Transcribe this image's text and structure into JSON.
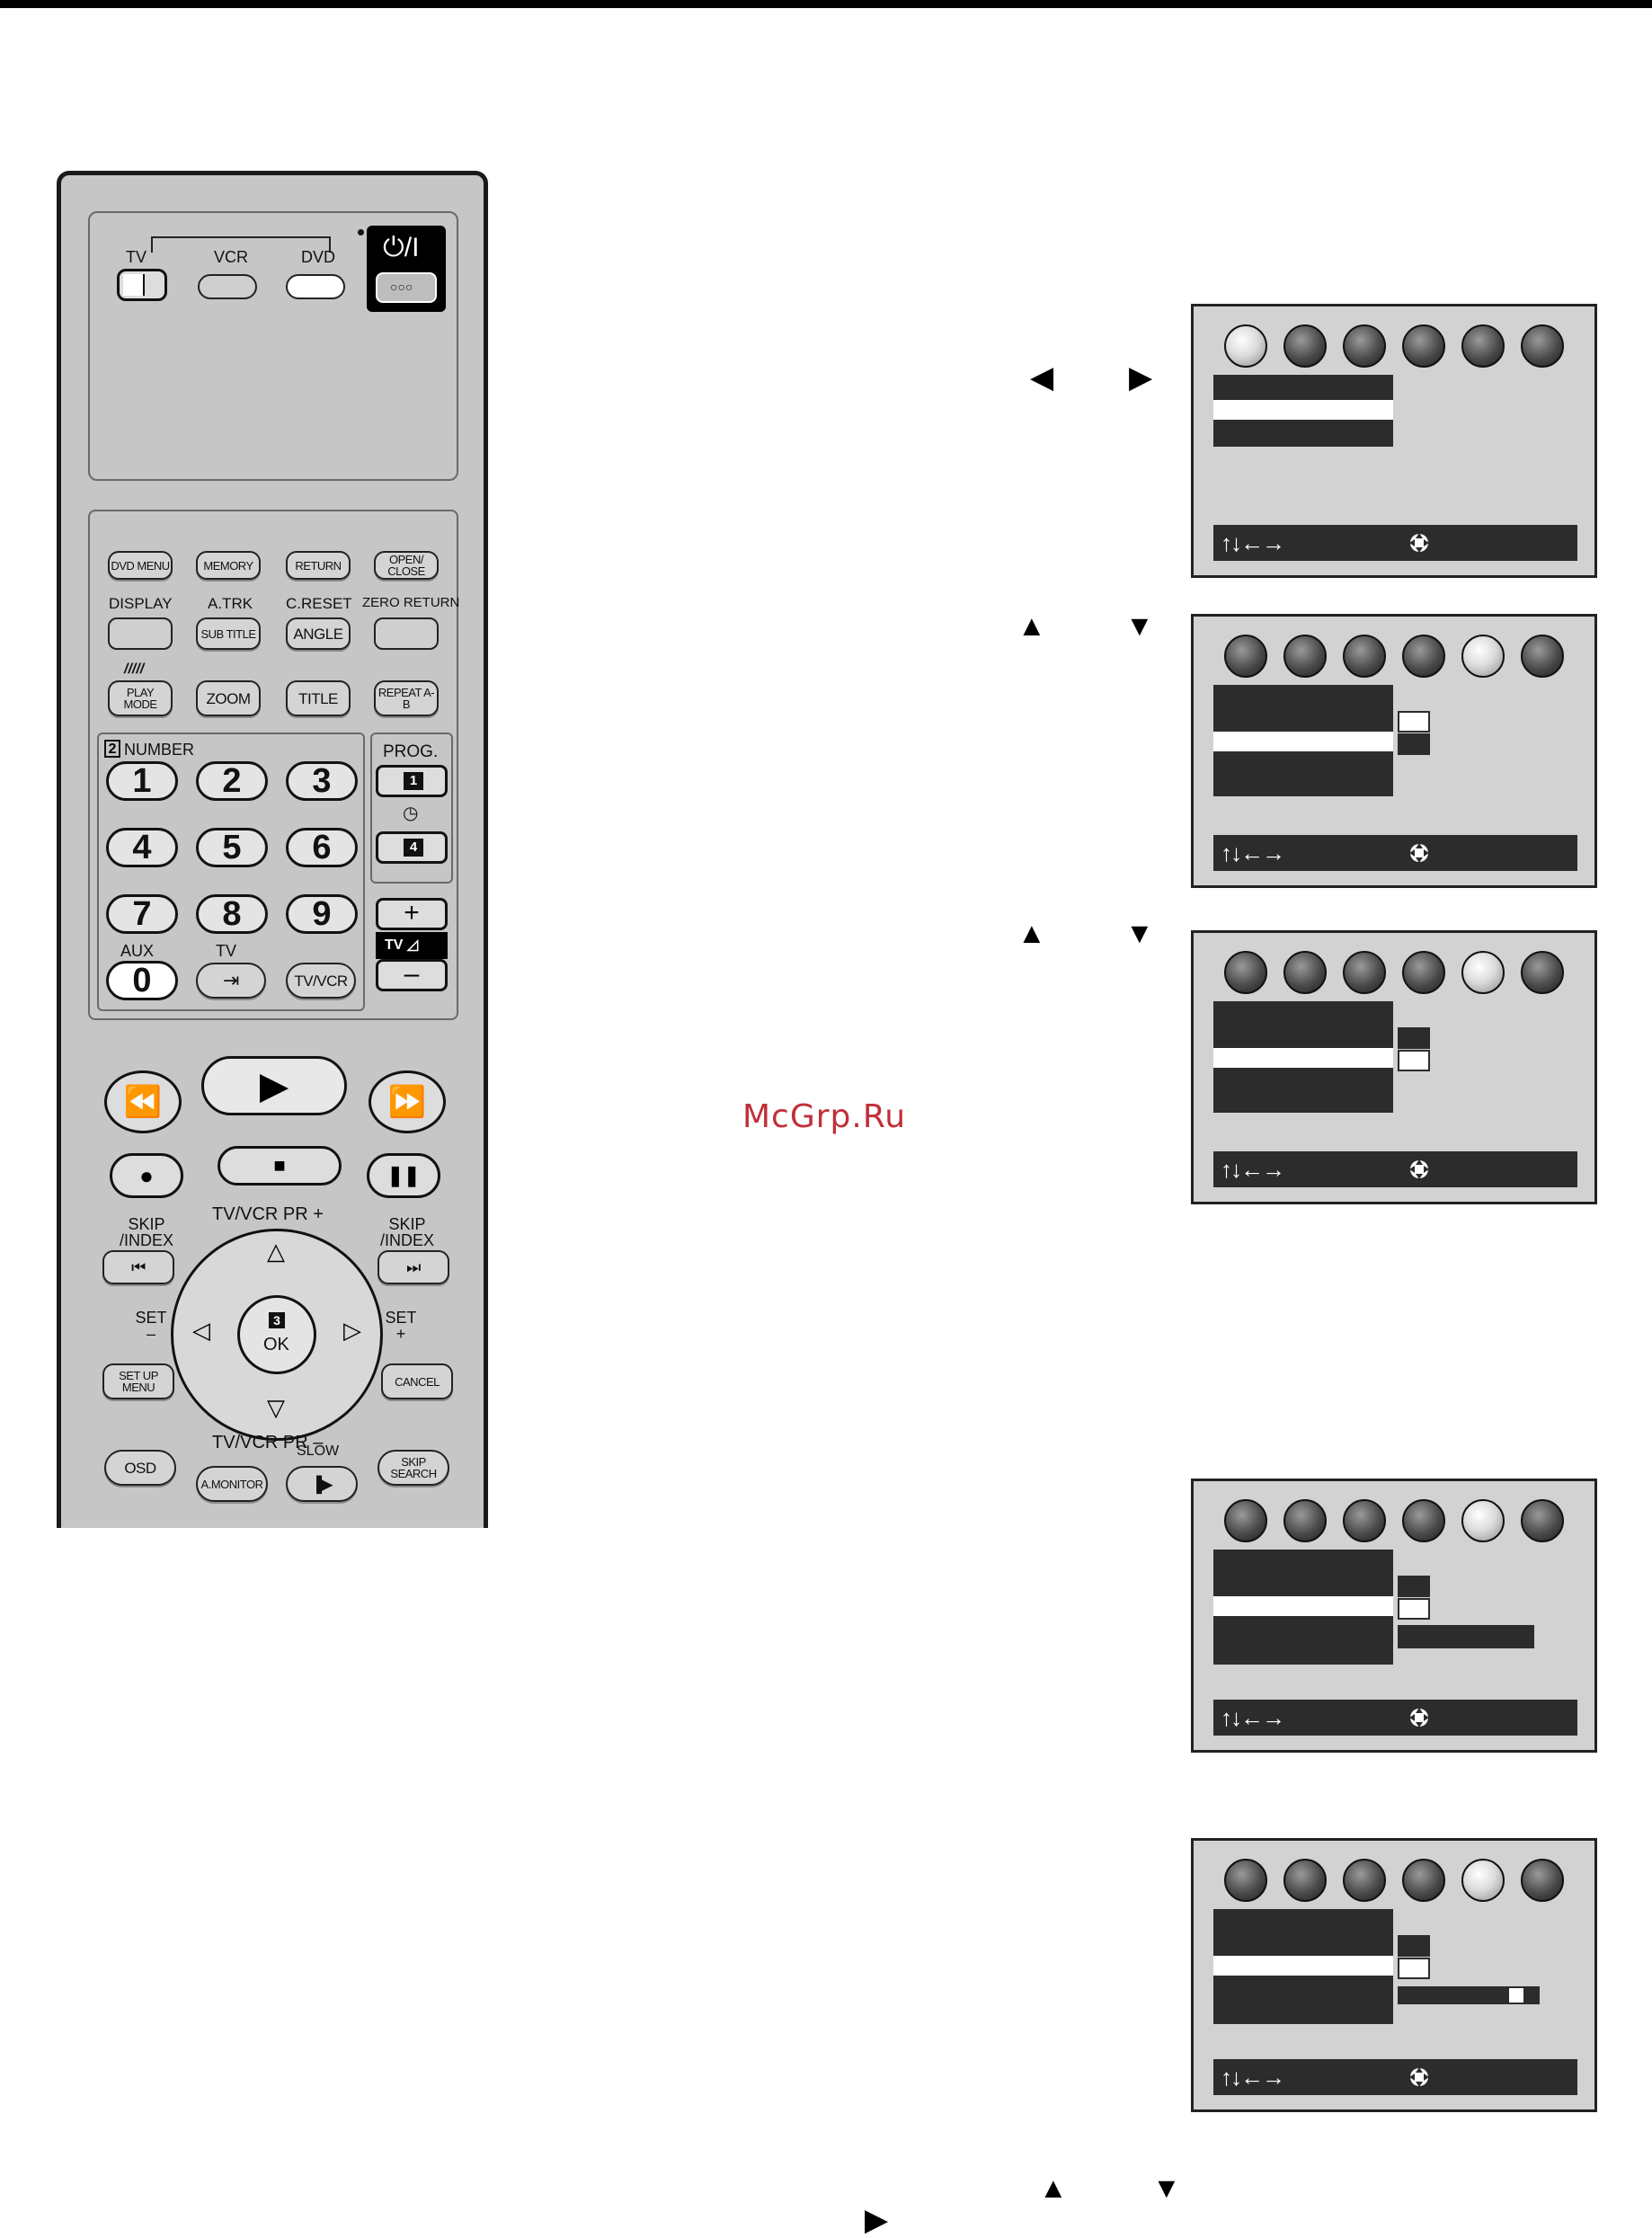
{
  "watermark": "McGrp.Ru",
  "remote": {
    "selector": {
      "tv": "TV",
      "vcr": "VCR",
      "dvd": "DVD"
    },
    "power": {
      "label": "⏻/I",
      "sub": "○○○"
    },
    "row1": [
      "DVD MENU",
      "MEMORY",
      "RETURN",
      "OPEN/ CLOSE"
    ],
    "labels2": [
      "DISPLAY",
      "A.TRK",
      "C.RESET",
      "ZERO RETURN"
    ],
    "row2": [
      "SUB TITLE",
      "ANGLE"
    ],
    "row3": [
      "PLAY MODE",
      "ZOOM",
      "TITLE",
      "REPEAT A-B"
    ],
    "number_label": "NUMBER",
    "number_badge": "2",
    "prog_label": "PROG.",
    "prog_keys": [
      "1",
      "4"
    ],
    "digits": [
      "1",
      "2",
      "3",
      "4",
      "5",
      "6",
      "7",
      "8",
      "9",
      "0"
    ],
    "aux_label": "AUX",
    "tv_label": "TV",
    "tvvcr": "TV/VCR",
    "vol": {
      "plus": "+",
      "minus": "–",
      "label": "TV"
    },
    "skip_index": "SKIP /INDEX",
    "tv_vcr_pr_plus": "TV/VCR PR +",
    "tv_vcr_pr_minus": "TV/VCR PR –",
    "set_minus": "SET –",
    "set_plus": "SET +",
    "ok": "OK",
    "ok_badge": "3",
    "setup_menu": "SET UP MENU",
    "cancel": "CANCEL",
    "osd": "OSD",
    "a_monitor": "A.MONITOR",
    "slow": "SLOW",
    "skip_search": "SKIP SEARCH"
  },
  "nav_arrows": {
    "left": "◀",
    "right": "▶",
    "up": "▲",
    "down": "▼"
  },
  "osd_footer": "↑↓←→",
  "colors": {
    "osd_bg": "#d2d2d2",
    "osd_dark": "#2c2c2c",
    "remote_bg": "#c6c6c6"
  }
}
